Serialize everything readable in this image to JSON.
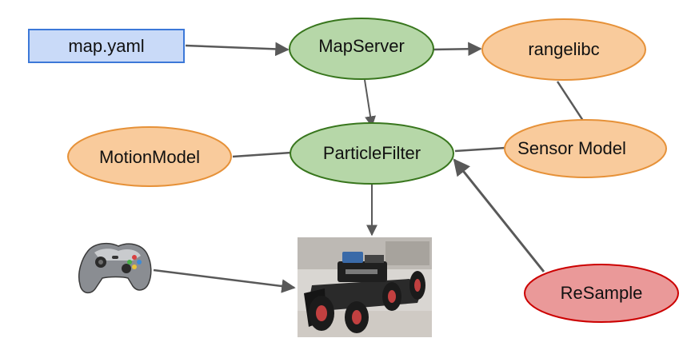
{
  "nodes": {
    "map_yaml": {
      "label": "map.yaml"
    },
    "map_server": {
      "label": "MapServer"
    },
    "rangelibc": {
      "label": "rangelibc"
    },
    "motion_model": {
      "label": "MotionModel"
    },
    "particle_filter": {
      "label": "ParticleFilter"
    },
    "sensor_model": {
      "label": "Sensor Model"
    },
    "resample": {
      "label": "ReSample"
    }
  },
  "images": {
    "controller": {
      "icon": "gamepad-icon"
    },
    "car": {
      "icon": "rc-car-photo"
    }
  },
  "colors": {
    "blue_fill": "#c9daf8",
    "blue_stroke": "#3c78d8",
    "green_fill": "#b6d7a8",
    "green_stroke": "#38761d",
    "orange_fill": "#f9cb9c",
    "orange_stroke": "#e69138",
    "red_fill": "#ea9999",
    "red_stroke": "#cc0000",
    "edge": "#595959"
  }
}
